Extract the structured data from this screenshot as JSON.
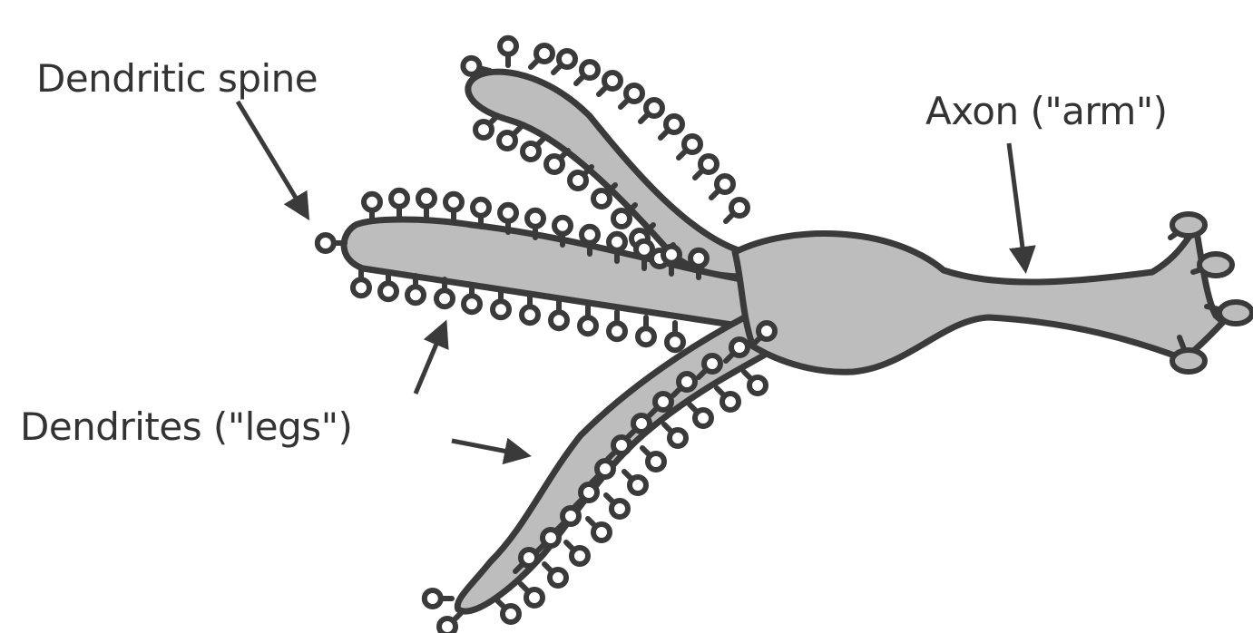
{
  "labels": {
    "dendritic_spine": "Dendritic spine",
    "axon": "Axon (\"arm\")",
    "dendrites": "Dendrites (\"legs\")"
  },
  "colors": {
    "fill": "#bdbdbd",
    "stroke": "#3a3a3a",
    "text": "#333333",
    "background": "#ffffff"
  }
}
